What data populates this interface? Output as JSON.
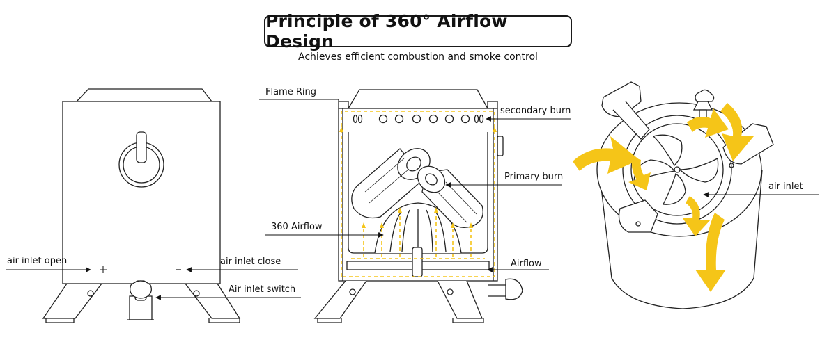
{
  "header": {
    "title": "Principle of 360° Airflow Design",
    "subtitle": "Achieves efficient combustion and smoke control"
  },
  "labels": {
    "air_inlet_open": "air inlet open",
    "air_inlet_close": "air inlet close",
    "air_inlet_switch": "Air inlet switch",
    "flame_ring": "Flame Ring",
    "secondary_burn": "secondary burn",
    "primary_burn": "Primary burn",
    "airflow_360": "360 Airflow",
    "airflow": "Airflow",
    "air_inlet": "air inlet"
  },
  "colors": {
    "accent_yellow": "#f5c518",
    "line": "#222222"
  }
}
